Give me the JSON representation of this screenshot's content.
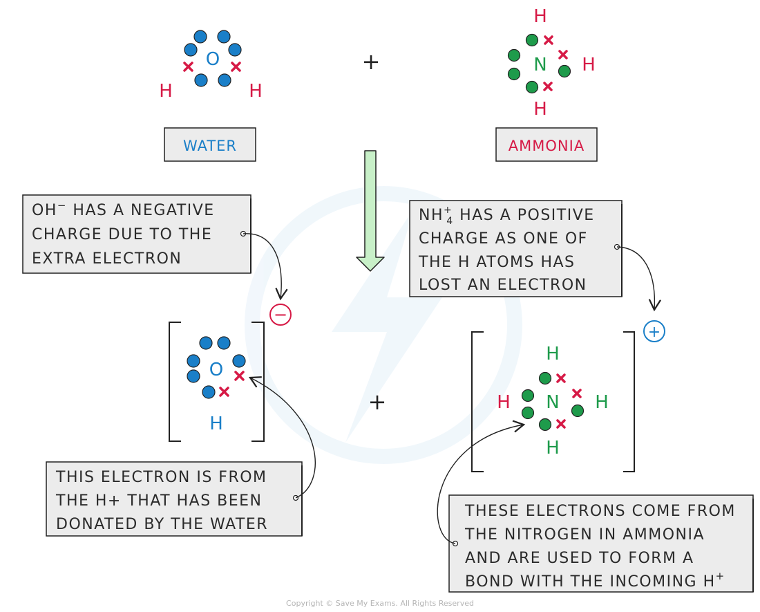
{
  "reactants": {
    "water": {
      "centre": "O",
      "h1": "H",
      "h2": "H",
      "name": "WATER"
    },
    "plus": "+",
    "ammonia": {
      "centre": "N",
      "h_top": "H",
      "h_right": "H",
      "h_bottom": "H",
      "name": "AMMONIA"
    }
  },
  "products": {
    "hydroxide": {
      "centre": "O",
      "h": "H",
      "charge": "−"
    },
    "plus": "+",
    "ammonium": {
      "centre": "N",
      "h_top": "H",
      "h_left": "H",
      "h_right": "H",
      "h_bottom": "H",
      "charge": "+"
    }
  },
  "notes": {
    "oh": {
      "line1_main": "OH",
      "line1_sup": "−",
      "line1_rest": " HAS A NEGATIVE",
      "line2": "CHARGE DUE TO THE",
      "line3": "EXTRA ELECTRON"
    },
    "nh4": {
      "line1_main": "NH",
      "line1_sup": "+",
      "line1_sub": "4",
      "line1_rest": " HAS A POSITIVE",
      "line2": "CHARGE AS ONE OF",
      "line3": "THE H ATOMS HAS",
      "line4": "LOST AN ELECTRON"
    },
    "electron": {
      "line1": "THIS ELECTRON IS FROM",
      "line2": "THE H+ THAT HAS BEEN",
      "line3": "DONATED BY THE WATER"
    },
    "nitrogen": {
      "line1": "THESE ELECTRONS COME FROM",
      "line2": "THE NITROGEN IN AMMONIA",
      "line3": "AND ARE USED TO FORM A",
      "line4_main": "BOND WITH THE INCOMING H",
      "line4_sup": "+"
    }
  },
  "colors": {
    "water_blue": "#1a7fc8",
    "ammonia_green": "#1e9b4b",
    "hydrogen_red": "#d61a46",
    "box_fill": "#ececec",
    "arrow_fill": "#c8f0c8"
  },
  "copyright": "Copyright © Save My Exams. All Rights Reserved"
}
